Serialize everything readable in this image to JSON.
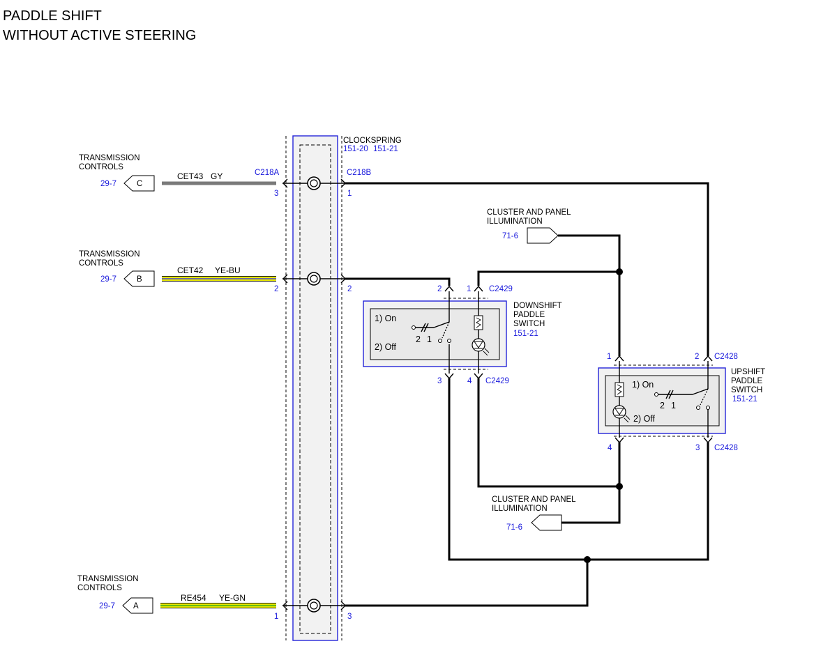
{
  "title": {
    "line1": "PADDLE SHIFT",
    "line2": "WITHOUT ACTIVE STEERING"
  },
  "clockspring": {
    "name": "CLOCKSPRING",
    "ref1": "151-20",
    "ref2": "151-21",
    "connector_left": "C218A",
    "connector_right": "C218B"
  },
  "transmission_controls": [
    {
      "label_line1": "TRANSMISSION",
      "label_line2": "CONTROLS",
      "ref": "29-7",
      "letter": "C",
      "circuit": "CET43",
      "color": "GY",
      "pin_left": "3",
      "pin_right": "1"
    },
    {
      "label_line1": "TRANSMISSION",
      "label_line2": "CONTROLS",
      "ref": "29-7",
      "letter": "B",
      "circuit": "CET42",
      "color": "YE-BU",
      "pin_left": "2",
      "pin_right": "2"
    },
    {
      "label_line1": "TRANSMISSION",
      "label_line2": "CONTROLS",
      "ref": "29-7",
      "letter": "A",
      "circuit": "RE454",
      "color": "YE-GN",
      "pin_left": "1",
      "pin_right": "3"
    }
  ],
  "illumination": [
    {
      "line1": "CLUSTER AND PANEL",
      "line2": "ILLUMINATION",
      "ref": "71-6"
    },
    {
      "line1": "CLUSTER AND PANEL",
      "line2": "ILLUMINATION",
      "ref": "71-6"
    }
  ],
  "downshift": {
    "line1": "DOWNSHIFT",
    "line2": "PADDLE",
    "line3": "SWITCH",
    "ref": "151-21",
    "connector_top": "C2429",
    "connector_bottom": "C2429",
    "pin_tl": "2",
    "pin_tr": "1",
    "pin_bl": "3",
    "pin_br": "4",
    "state_on": "1) On",
    "state_off": "2) Off",
    "contact_2": "2",
    "contact_1": "1"
  },
  "upshift": {
    "line1": "UPSHIFT",
    "line2": "PADDLE",
    "line3": "SWITCH",
    "ref": "151-21",
    "connector_top": "C2428",
    "connector_bottom": "C2428",
    "pin_tl": "1",
    "pin_tr": "2",
    "pin_bl": "4",
    "pin_br": "3",
    "state_on": "1) On",
    "state_off": "2) Off",
    "contact_2": "2",
    "contact_1": "1"
  },
  "colors": {
    "reference_blue": "#1a1adc",
    "module_border": "#2424d8",
    "wire_gray": "#7a7a7a",
    "wire_yellow": "#e8e800",
    "wire_blue_stripe": "#2020ff",
    "wire_green_stripe": "#19a019"
  }
}
